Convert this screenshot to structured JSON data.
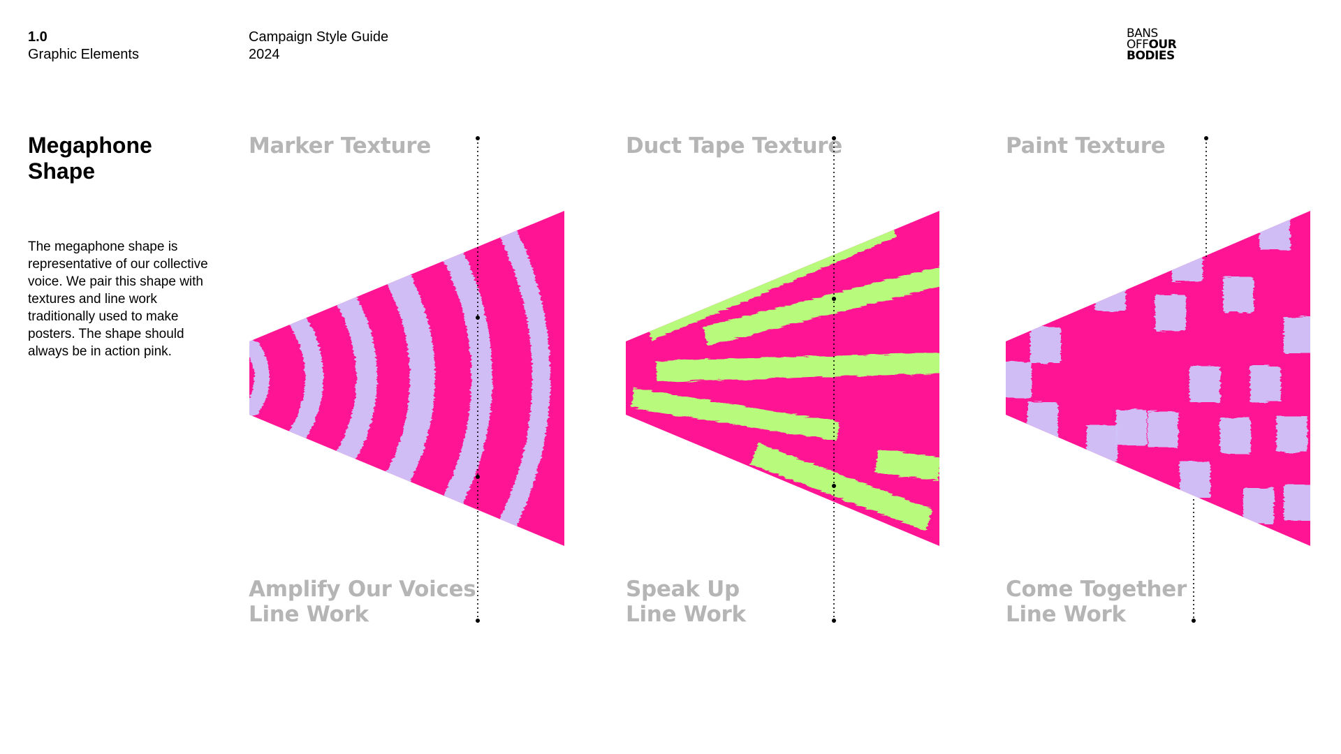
{
  "header": {
    "section_number": "1.0",
    "section_name": "Graphic Elements",
    "doc_title": "Campaign Style Guide",
    "doc_year": "2024"
  },
  "logo": {
    "line1": "BANS",
    "line2a": "OFF",
    "line2b": "OUR",
    "line3": "BODIES"
  },
  "intro": {
    "title_line1": "Megaphone",
    "title_line2": "Shape",
    "description": "The megaphone shape is representative of our collective voice. We pair this shape with textures and line work traditionally used to make posters. The shape should always be in action pink."
  },
  "panels": [
    {
      "texture_label": "Marker Texture",
      "linework_line1": "Amplify Our Voices",
      "linework_line2": "Line Work",
      "texture": "marker"
    },
    {
      "texture_label": "Duct Tape Texture",
      "linework_line1": "Speak Up",
      "linework_line2": "Line Work",
      "texture": "duct-tape"
    },
    {
      "texture_label": "Paint Texture",
      "linework_line1": "Come Together",
      "linework_line2": "Line Work",
      "texture": "paint"
    }
  ],
  "colors": {
    "action_pink": "#ff1493",
    "lavender": "#cfc6fb",
    "lime": "#b8fb7c",
    "label_gray": "#b5b5b5"
  }
}
